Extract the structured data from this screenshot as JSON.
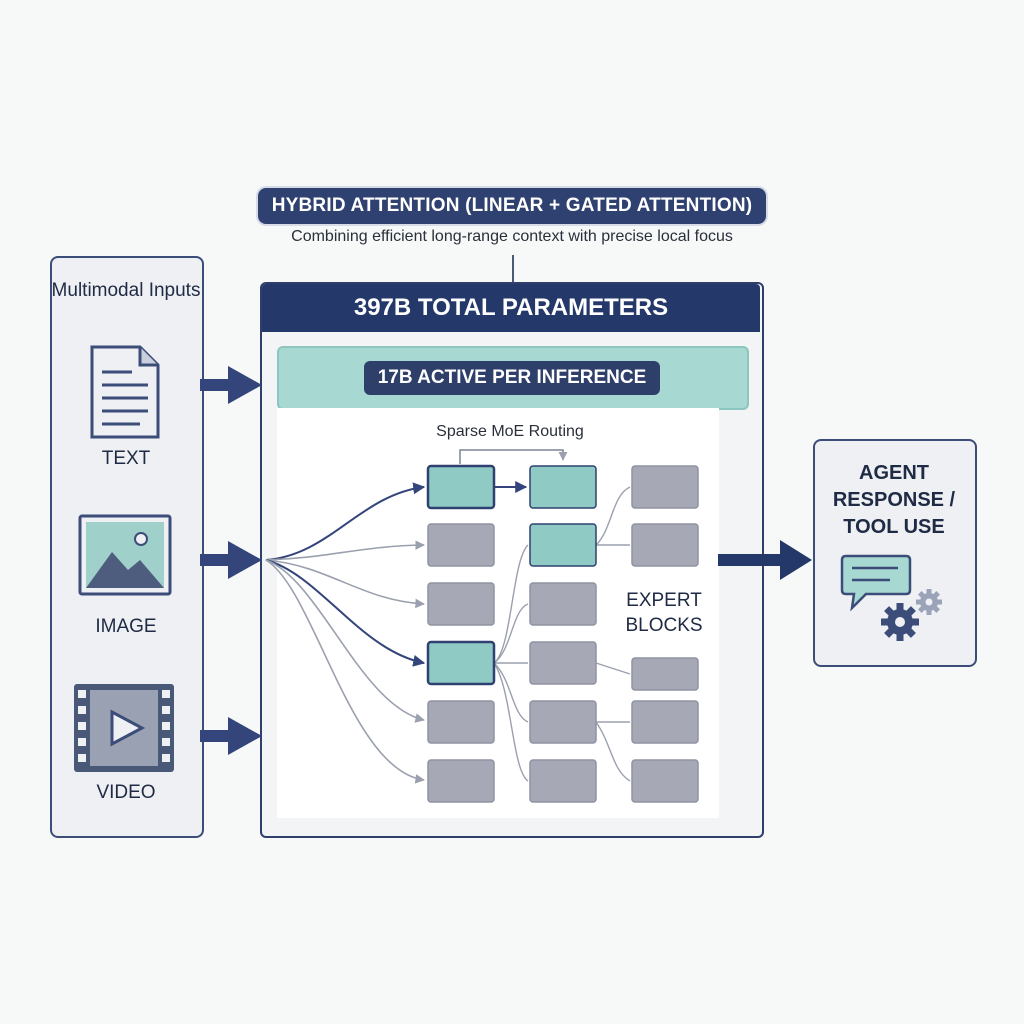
{
  "header": {
    "hybrid_title": "HYBRID ATTENTION (LINEAR + GATED ATTENTION)",
    "hybrid_subtitle": "Combining efficient long-range context with precise local focus"
  },
  "inputs": {
    "title": "Multimodal Inputs",
    "items": [
      {
        "label": "TEXT",
        "icon": "document-icon"
      },
      {
        "label": "IMAGE",
        "icon": "image-icon"
      },
      {
        "label": "VIDEO",
        "icon": "video-icon"
      }
    ]
  },
  "model": {
    "total_params": "397B TOTAL PARAMETERS",
    "active_params": "17B ACTIVE PER INFERENCE",
    "routing_label": "Sparse MoE Routing",
    "expert_blocks_label": "EXPERT BLOCKS"
  },
  "output": {
    "title": "AGENT RESPONSE / TOOL USE",
    "icons": [
      "chat-bubble-icon",
      "gears-icon"
    ]
  },
  "colors": {
    "navy": "#24386a",
    "active_teal": "#8fcbc4",
    "inactive_gray": "#a6a9b5",
    "panel_bg": "#eef0f3"
  }
}
